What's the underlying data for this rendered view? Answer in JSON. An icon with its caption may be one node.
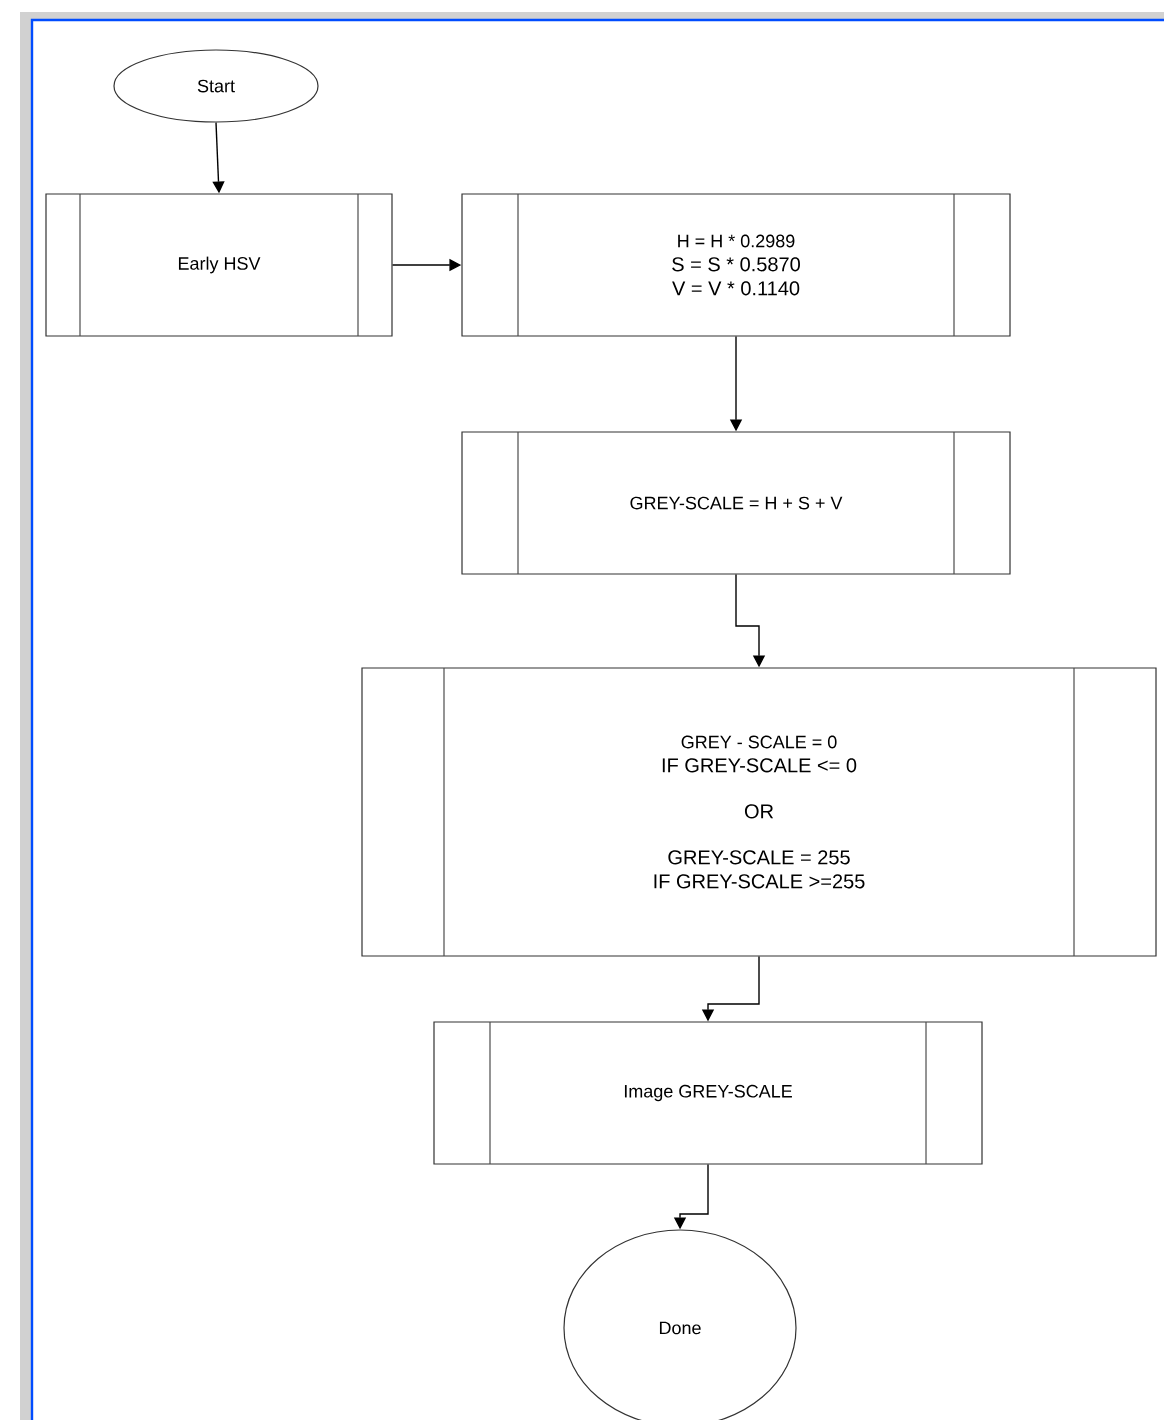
{
  "diagram": {
    "nodes": [
      {
        "text": [
          "Start"
        ]
      },
      {
        "text": [
          "Early  HSV"
        ]
      },
      {
        "text": [
          "H =  H * 0.2989",
          "S  = S * 0.5870",
          "V = V * 0.1140"
        ]
      },
      {
        "text": [
          "GREY-SCALE = H + S + V"
        ]
      },
      {
        "text": [
          "GREY - SCALE = 0",
          "IF GREY-SCALE <= 0",
          "OR",
          "GREY-SCALE = 255",
          "IF GREY-SCALE >=255"
        ]
      },
      {
        "text": [
          "Image GREY-SCALE"
        ]
      },
      {
        "text": [
          "Done"
        ]
      }
    ],
    "edges": [
      {
        "from": 0,
        "to": 1,
        "arrow": "to"
      },
      {
        "from": 1,
        "to": 2,
        "arrow": "to"
      },
      {
        "from": 2,
        "to": 3,
        "arrow": "to"
      },
      {
        "from": 3,
        "to": 4,
        "arrow": "to"
      },
      {
        "from": 4,
        "to": 5,
        "arrow": "to"
      },
      {
        "from": 5,
        "to": 6,
        "arrow": "to"
      }
    ]
  }
}
